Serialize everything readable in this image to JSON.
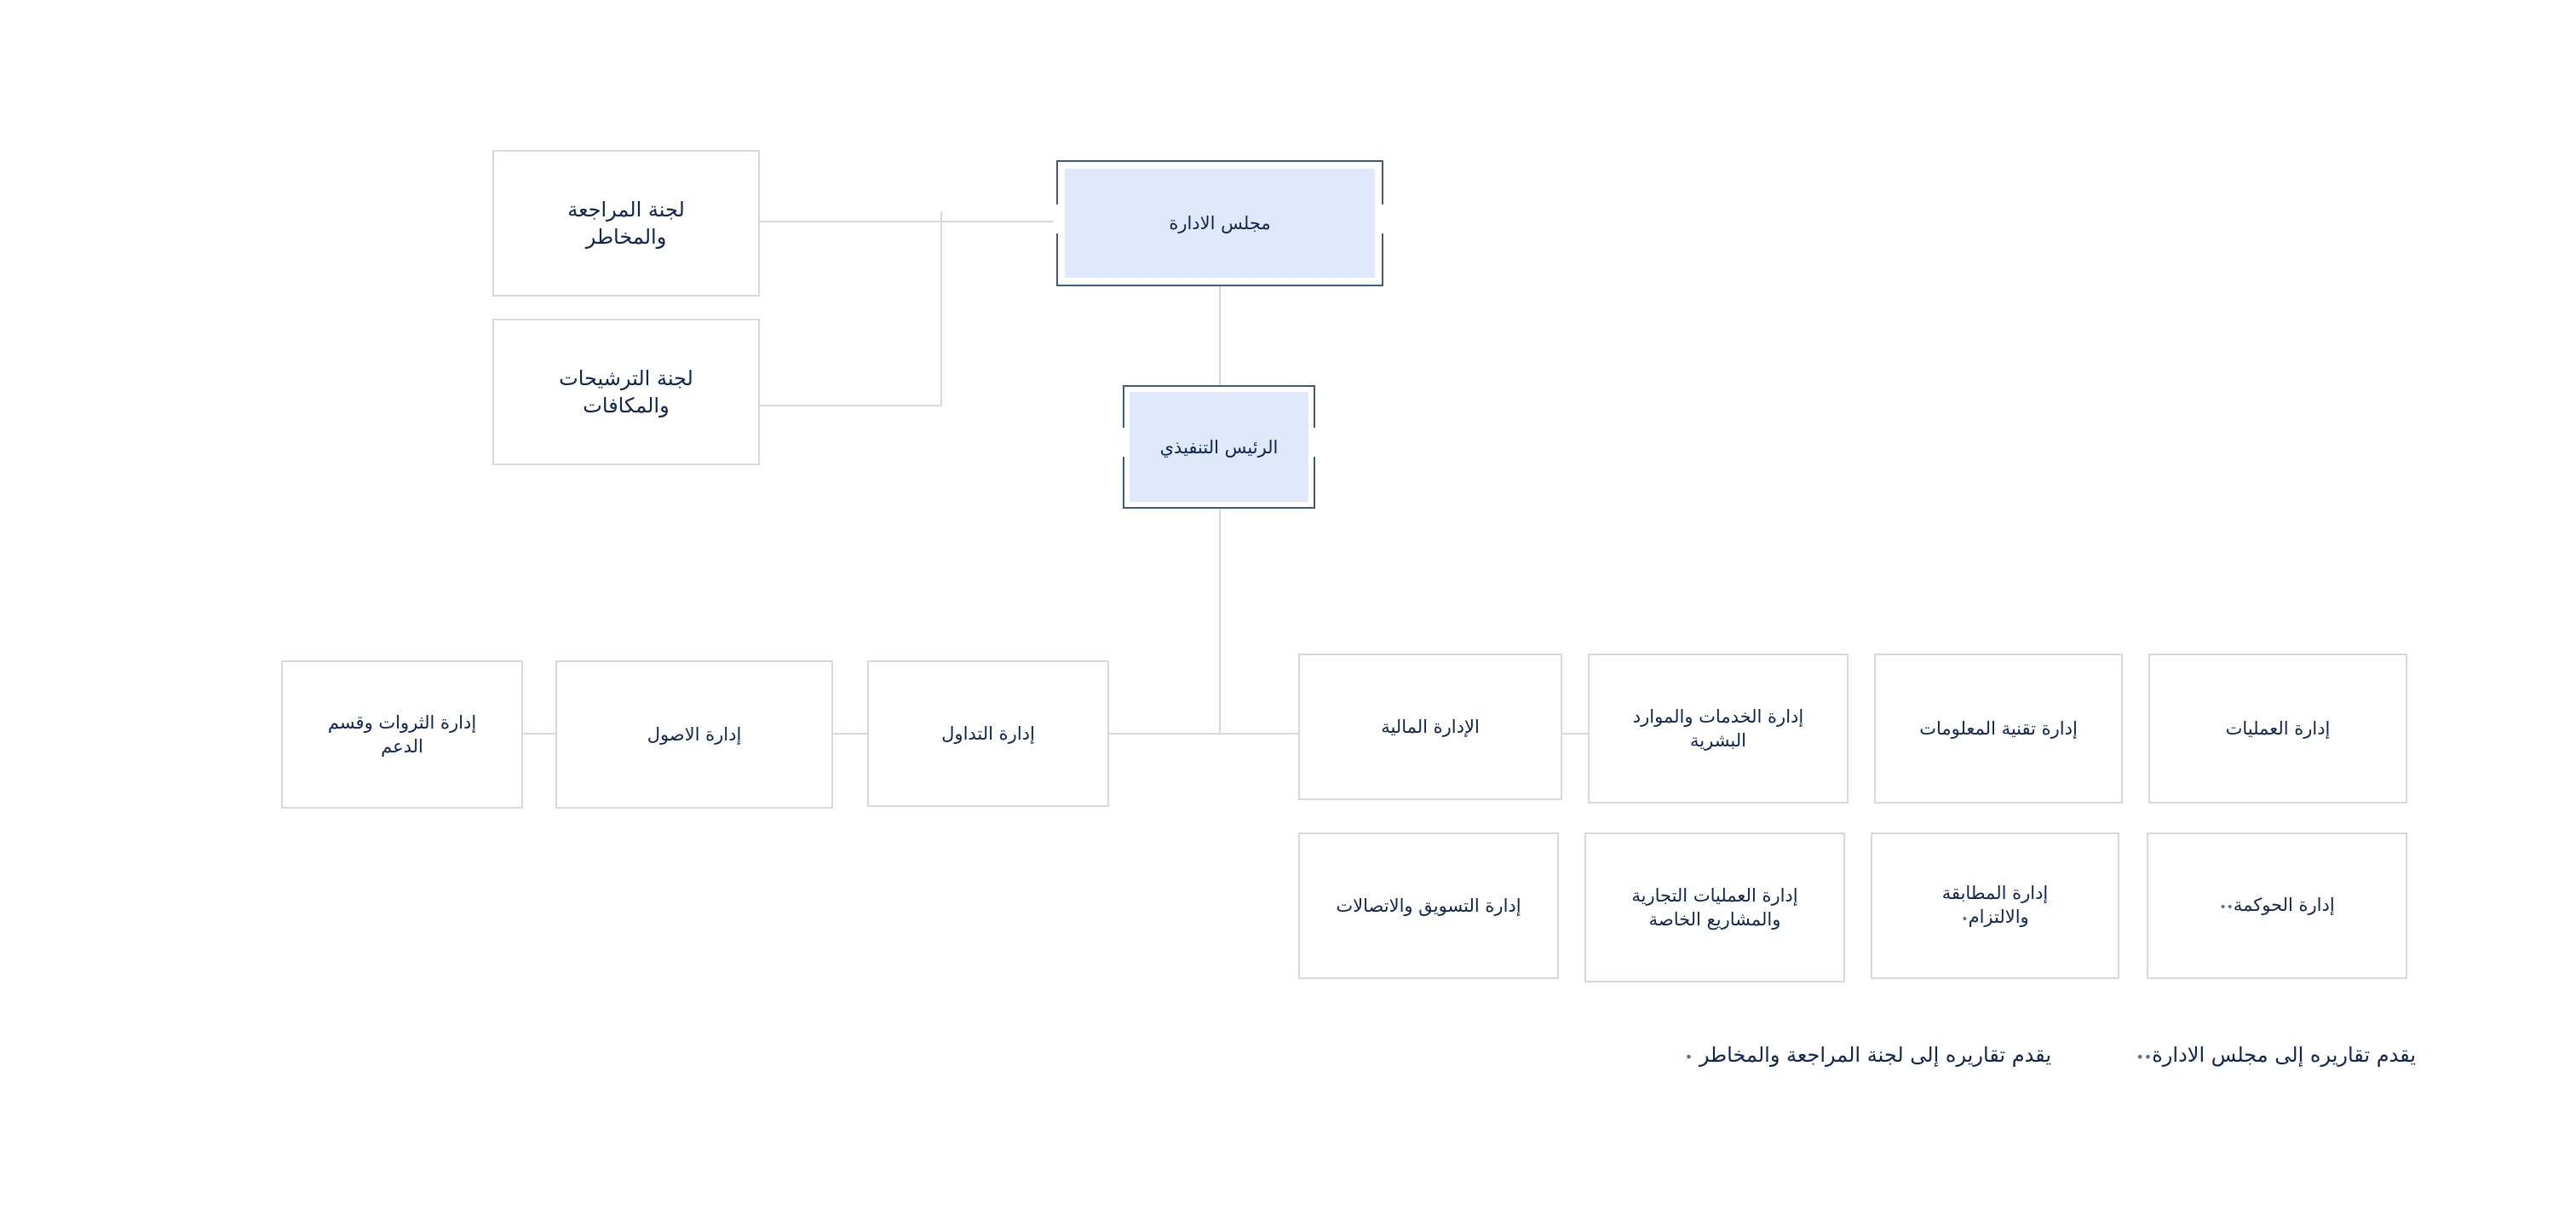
{
  "board": {
    "label": "مجلس الادارة"
  },
  "ceo": {
    "label": "الرئيس التنفيذي"
  },
  "committees": {
    "audit": "لجنة المراجعة والمخاطر",
    "nominations": "لجنة الترشيحات والمكافات"
  },
  "left_departments": {
    "wealth": "إدارة الثروات وقسم الدعم",
    "assets": "إدارة الاصول",
    "trading": "إدارة التداول"
  },
  "right_departments": {
    "finance": "الإدارة المالية",
    "services_hr": "إدارة الخدمات والموارد البشرية",
    "it": "إدارة تقنية المعلومات",
    "operations": "إدارة العمليات",
    "marketing": "إدارة التسويق والاتصالات",
    "business_ops": "إدارة العمليات التجارية والمشاريع الخاصة",
    "compliance": "إدارة المطابقة والالتزام",
    "compliance_mark": "•",
    "governance": "إدارة الحوكمة",
    "governance_mark": "••"
  },
  "legend": {
    "board_note": "يقدم تقاريره إلى مجلس الادارة",
    "board_mark": "••",
    "audit_note": "يقدم تقاريره إلى لجنة المراجعة  والمخاطر",
    "audit_mark": "•"
  },
  "colors": {
    "text": "#0e2453",
    "exec_fill": "#dfe9fb",
    "exec_border": "#3b5a86",
    "connector": "#d6d9df"
  }
}
